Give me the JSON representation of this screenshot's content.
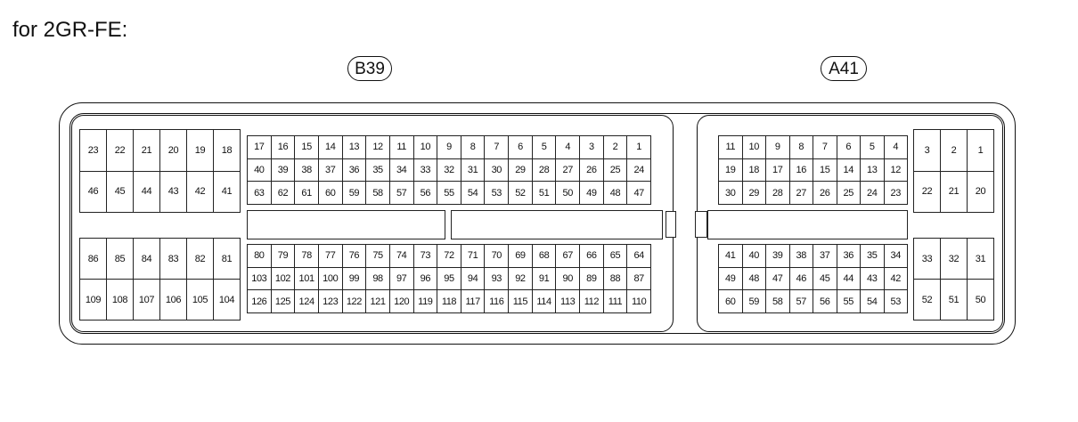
{
  "title": "for 2GR-FE:",
  "connectors": {
    "b39": {
      "label": "B39",
      "blocks": [
        {
          "name": "b39-left-upper",
          "cols": 6,
          "rows": [
            [
              "23",
              "22",
              "21",
              "20",
              "19",
              "18"
            ],
            [
              "46",
              "45",
              "44",
              "43",
              "42",
              "41"
            ]
          ]
        },
        {
          "name": "b39-main-upper",
          "cols": 17,
          "rows": [
            [
              "17",
              "16",
              "15",
              "14",
              "13",
              "12",
              "11",
              "10",
              "9",
              "8",
              "7",
              "6",
              "5",
              "4",
              "3",
              "2",
              "1"
            ],
            [
              "40",
              "39",
              "38",
              "37",
              "36",
              "35",
              "34",
              "33",
              "32",
              "31",
              "30",
              "29",
              "28",
              "27",
              "26",
              "25",
              "24"
            ],
            [
              "63",
              "62",
              "61",
              "60",
              "59",
              "58",
              "57",
              "56",
              "55",
              "54",
              "53",
              "52",
              "51",
              "50",
              "49",
              "48",
              "47"
            ]
          ]
        },
        {
          "name": "b39-left-lower",
          "cols": 6,
          "rows": [
            [
              "86",
              "85",
              "84",
              "83",
              "82",
              "81"
            ],
            [
              "109",
              "108",
              "107",
              "106",
              "105",
              "104"
            ]
          ]
        },
        {
          "name": "b39-main-lower",
          "cols": 17,
          "rows": [
            [
              "80",
              "79",
              "78",
              "77",
              "76",
              "75",
              "74",
              "73",
              "72",
              "71",
              "70",
              "69",
              "68",
              "67",
              "66",
              "65",
              "64"
            ],
            [
              "103",
              "102",
              "101",
              "100",
              "99",
              "98",
              "97",
              "96",
              "95",
              "94",
              "93",
              "92",
              "91",
              "90",
              "89",
              "88",
              "87"
            ],
            [
              "126",
              "125",
              "124",
              "123",
              "122",
              "121",
              "120",
              "119",
              "118",
              "117",
              "116",
              "115",
              "114",
              "113",
              "112",
              "111",
              "110"
            ]
          ]
        }
      ]
    },
    "a41": {
      "label": "A41",
      "blocks": [
        {
          "name": "a41-main-upper",
          "cols": 8,
          "rows": [
            [
              "11",
              "10",
              "9",
              "8",
              "7",
              "6",
              "5",
              "4"
            ],
            [
              "19",
              "18",
              "17",
              "16",
              "15",
              "14",
              "13",
              "12"
            ],
            [
              "30",
              "29",
              "28",
              "27",
              "26",
              "25",
              "24",
              "23"
            ]
          ]
        },
        {
          "name": "a41-right-upper",
          "cols": 3,
          "rows": [
            [
              "3",
              "2",
              "1"
            ],
            [
              "22",
              "21",
              "20"
            ]
          ]
        },
        {
          "name": "a41-main-lower",
          "cols": 8,
          "rows": [
            [
              "41",
              "40",
              "39",
              "38",
              "37",
              "36",
              "35",
              "34"
            ],
            [
              "49",
              "48",
              "47",
              "46",
              "45",
              "44",
              "43",
              "42"
            ],
            [
              "60",
              "59",
              "58",
              "57",
              "56",
              "55",
              "54",
              "53"
            ]
          ]
        },
        {
          "name": "a41-right-lower",
          "cols": 3,
          "rows": [
            [
              "33",
              "32",
              "31"
            ],
            [
              "52",
              "51",
              "50"
            ]
          ]
        }
      ]
    }
  }
}
